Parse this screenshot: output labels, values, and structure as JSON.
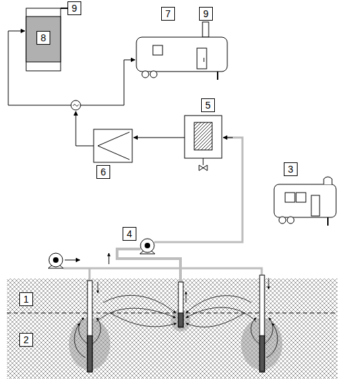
{
  "diagram": {
    "labels": [
      "9",
      "8",
      "7",
      "9",
      "5",
      "6",
      "4",
      "3",
      "1",
      "2"
    ]
  }
}
